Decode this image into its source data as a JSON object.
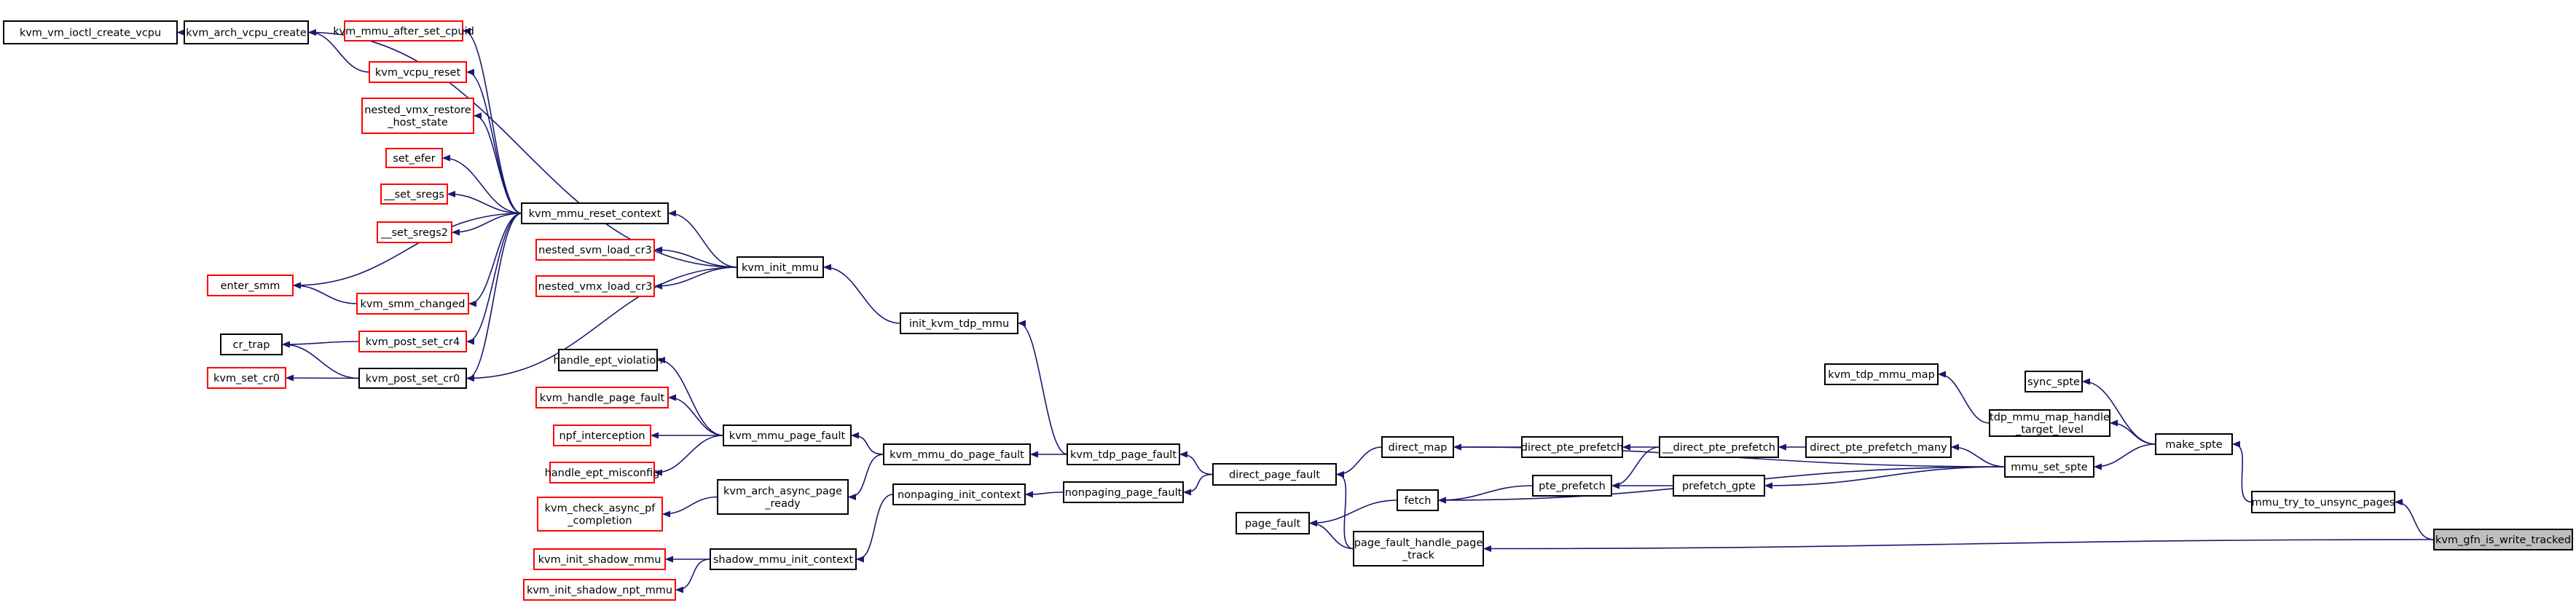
{
  "nodes": {
    "vcpu_create": "kvm_vm_ioctl_create_vcpu",
    "arch_vcpu_create": "kvm_arch_vcpu_create",
    "after_cpuid": "kvm_mmu_after_set_cpuid",
    "vcpu_reset": "kvm_vcpu_reset",
    "nested_vmx_restore": [
      "nested_vmx_restore",
      "_host_state"
    ],
    "set_efer": "set_efer",
    "set_sregs": "__set_sregs",
    "set_sregs2": "__set_sregs2",
    "mmu_reset_ctx": "kvm_mmu_reset_context",
    "enter_smm": "enter_smm",
    "smm_changed": "kvm_smm_changed",
    "nested_svm_cr3": "nested_svm_load_cr3",
    "nested_vmx_cr3": "nested_vmx_load_cr3",
    "init_mmu": "kvm_init_mmu",
    "cr_trap": "cr_trap",
    "post_set_cr4": "kvm_post_set_cr4",
    "set_cr0": "kvm_set_cr0",
    "post_set_cr0": "kvm_post_set_cr0",
    "init_tdp": "init_kvm_tdp_mmu",
    "ept_violation": "handle_ept_violation",
    "handle_pf": "kvm_handle_page_fault",
    "npf": "npf_interception",
    "ept_misconfig": "handle_ept_misconfig",
    "mmu_page_fault": "kvm_mmu_page_fault",
    "mmu_do_pf": "kvm_mmu_do_page_fault",
    "check_async": [
      "kvm_check_async_pf",
      "_completion"
    ],
    "async_ready": [
      "kvm_arch_async_page",
      "_ready"
    ],
    "init_shadow": "kvm_init_shadow_mmu",
    "init_shadow_npt": "kvm_init_shadow_npt_mmu",
    "shadow_init_ctx": "shadow_mmu_init_context",
    "nonpaging_init": "nonpaging_init_context",
    "tdp_pf": "kvm_tdp_page_fault",
    "nonpaging_pf": "nonpaging_page_fault",
    "direct_pf": "direct_page_fault",
    "page_fault": "page_fault",
    "pf_handle_track": [
      "page_fault_handle_page",
      "_track"
    ],
    "direct_map": "direct_map",
    "fetch": "fetch",
    "direct_pte_prefetch": "direct_pte_prefetch",
    "pte_prefetch": "pte_prefetch",
    "__direct_pte_prefetch": "__direct_pte_prefetch",
    "prefetch_gpte": "prefetch_gpte",
    "direct_pte_prefetch_many": "direct_pte_prefetch_many",
    "tdp_mmu_map": "kvm_tdp_mmu_map",
    "tdp_target": [
      "tdp_mmu_map_handle",
      "_target_level"
    ],
    "mmu_set_spte": "mmu_set_spte",
    "sync_spte": "sync_spte",
    "make_spte": "make_spte",
    "unsync_pages": "mmu_try_to_unsync_pages",
    "gfn_tracked": "kvm_gfn_is_write_tracked"
  },
  "red_nodes": [
    "after_cpuid",
    "vcpu_reset",
    "nested_vmx_restore",
    "set_efer",
    "set_sregs",
    "set_sregs2",
    "enter_smm",
    "smm_changed",
    "nested_svm_cr3",
    "nested_vmx_cr3",
    "post_set_cr4",
    "set_cr0",
    "handle_pf",
    "npf",
    "ept_misconfig",
    "check_async",
    "init_shadow",
    "init_shadow_npt"
  ],
  "focus_node": "gfn_tracked",
  "edges": [
    [
      "vcpu_create",
      "arch_vcpu_create"
    ],
    [
      "arch_vcpu_create",
      "vcpu_reset"
    ],
    [
      "arch_vcpu_create",
      "init_mmu"
    ],
    [
      "after_cpuid",
      "mmu_reset_ctx"
    ],
    [
      "vcpu_reset",
      "mmu_reset_ctx"
    ],
    [
      "nested_vmx_restore",
      "mmu_reset_ctx"
    ],
    [
      "set_efer",
      "mmu_reset_ctx"
    ],
    [
      "set_sregs",
      "mmu_reset_ctx"
    ],
    [
      "set_sregs2",
      "mmu_reset_ctx"
    ],
    [
      "enter_smm",
      "mmu_reset_ctx"
    ],
    [
      "enter_smm",
      "smm_changed"
    ],
    [
      "smm_changed",
      "mmu_reset_ctx"
    ],
    [
      "post_set_cr4",
      "mmu_reset_ctx"
    ],
    [
      "post_set_cr0",
      "mmu_reset_ctx"
    ],
    [
      "cr_trap",
      "post_set_cr4"
    ],
    [
      "cr_trap",
      "post_set_cr0"
    ],
    [
      "set_cr0",
      "post_set_cr0"
    ],
    [
      "mmu_reset_ctx",
      "init_mmu"
    ],
    [
      "nested_svm_cr3",
      "init_mmu"
    ],
    [
      "nested_vmx_cr3",
      "init_mmu"
    ],
    [
      "post_set_cr0",
      "init_mmu"
    ],
    [
      "init_mmu",
      "init_tdp"
    ],
    [
      "init_tdp",
      "tdp_pf"
    ],
    [
      "ept_violation",
      "mmu_page_fault"
    ],
    [
      "handle_pf",
      "mmu_page_fault"
    ],
    [
      "npf",
      "mmu_page_fault"
    ],
    [
      "ept_misconfig",
      "mmu_page_fault"
    ],
    [
      "mmu_page_fault",
      "mmu_do_pf"
    ],
    [
      "async_ready",
      "mmu_do_pf"
    ],
    [
      "check_async",
      "async_ready"
    ],
    [
      "mmu_do_pf",
      "tdp_pf"
    ],
    [
      "init_shadow",
      "shadow_init_ctx"
    ],
    [
      "init_shadow_npt",
      "shadow_init_ctx"
    ],
    [
      "shadow_init_ctx",
      "nonpaging_init"
    ],
    [
      "nonpaging_init",
      "nonpaging_pf"
    ],
    [
      "tdp_pf",
      "direct_pf"
    ],
    [
      "nonpaging_pf",
      "direct_pf"
    ],
    [
      "direct_pf",
      "direct_map"
    ],
    [
      "direct_pf",
      "pf_handle_track"
    ],
    [
      "page_fault",
      "fetch"
    ],
    [
      "page_fault",
      "pf_handle_track"
    ],
    [
      "direct_map",
      "direct_pte_prefetch"
    ],
    [
      "direct_map",
      "mmu_set_spte"
    ],
    [
      "fetch",
      "pte_prefetch"
    ],
    [
      "fetch",
      "mmu_set_spte"
    ],
    [
      "direct_pte_prefetch",
      "__direct_pte_prefetch"
    ],
    [
      "pte_prefetch",
      "__direct_pte_prefetch"
    ],
    [
      "pte_prefetch",
      "prefetch_gpte"
    ],
    [
      "__direct_pte_prefetch",
      "direct_pte_prefetch_many"
    ],
    [
      "prefetch_gpte",
      "mmu_set_spte"
    ],
    [
      "direct_pte_prefetch_many",
      "mmu_set_spte"
    ],
    [
      "tdp_mmu_map",
      "tdp_target"
    ],
    [
      "tdp_target",
      "make_spte"
    ],
    [
      "mmu_set_spte",
      "make_spte"
    ],
    [
      "sync_spte",
      "make_spte"
    ],
    [
      "make_spte",
      "unsync_pages"
    ],
    [
      "unsync_pages",
      "gfn_tracked"
    ],
    [
      "pf_handle_track",
      "gfn_tracked"
    ]
  ]
}
